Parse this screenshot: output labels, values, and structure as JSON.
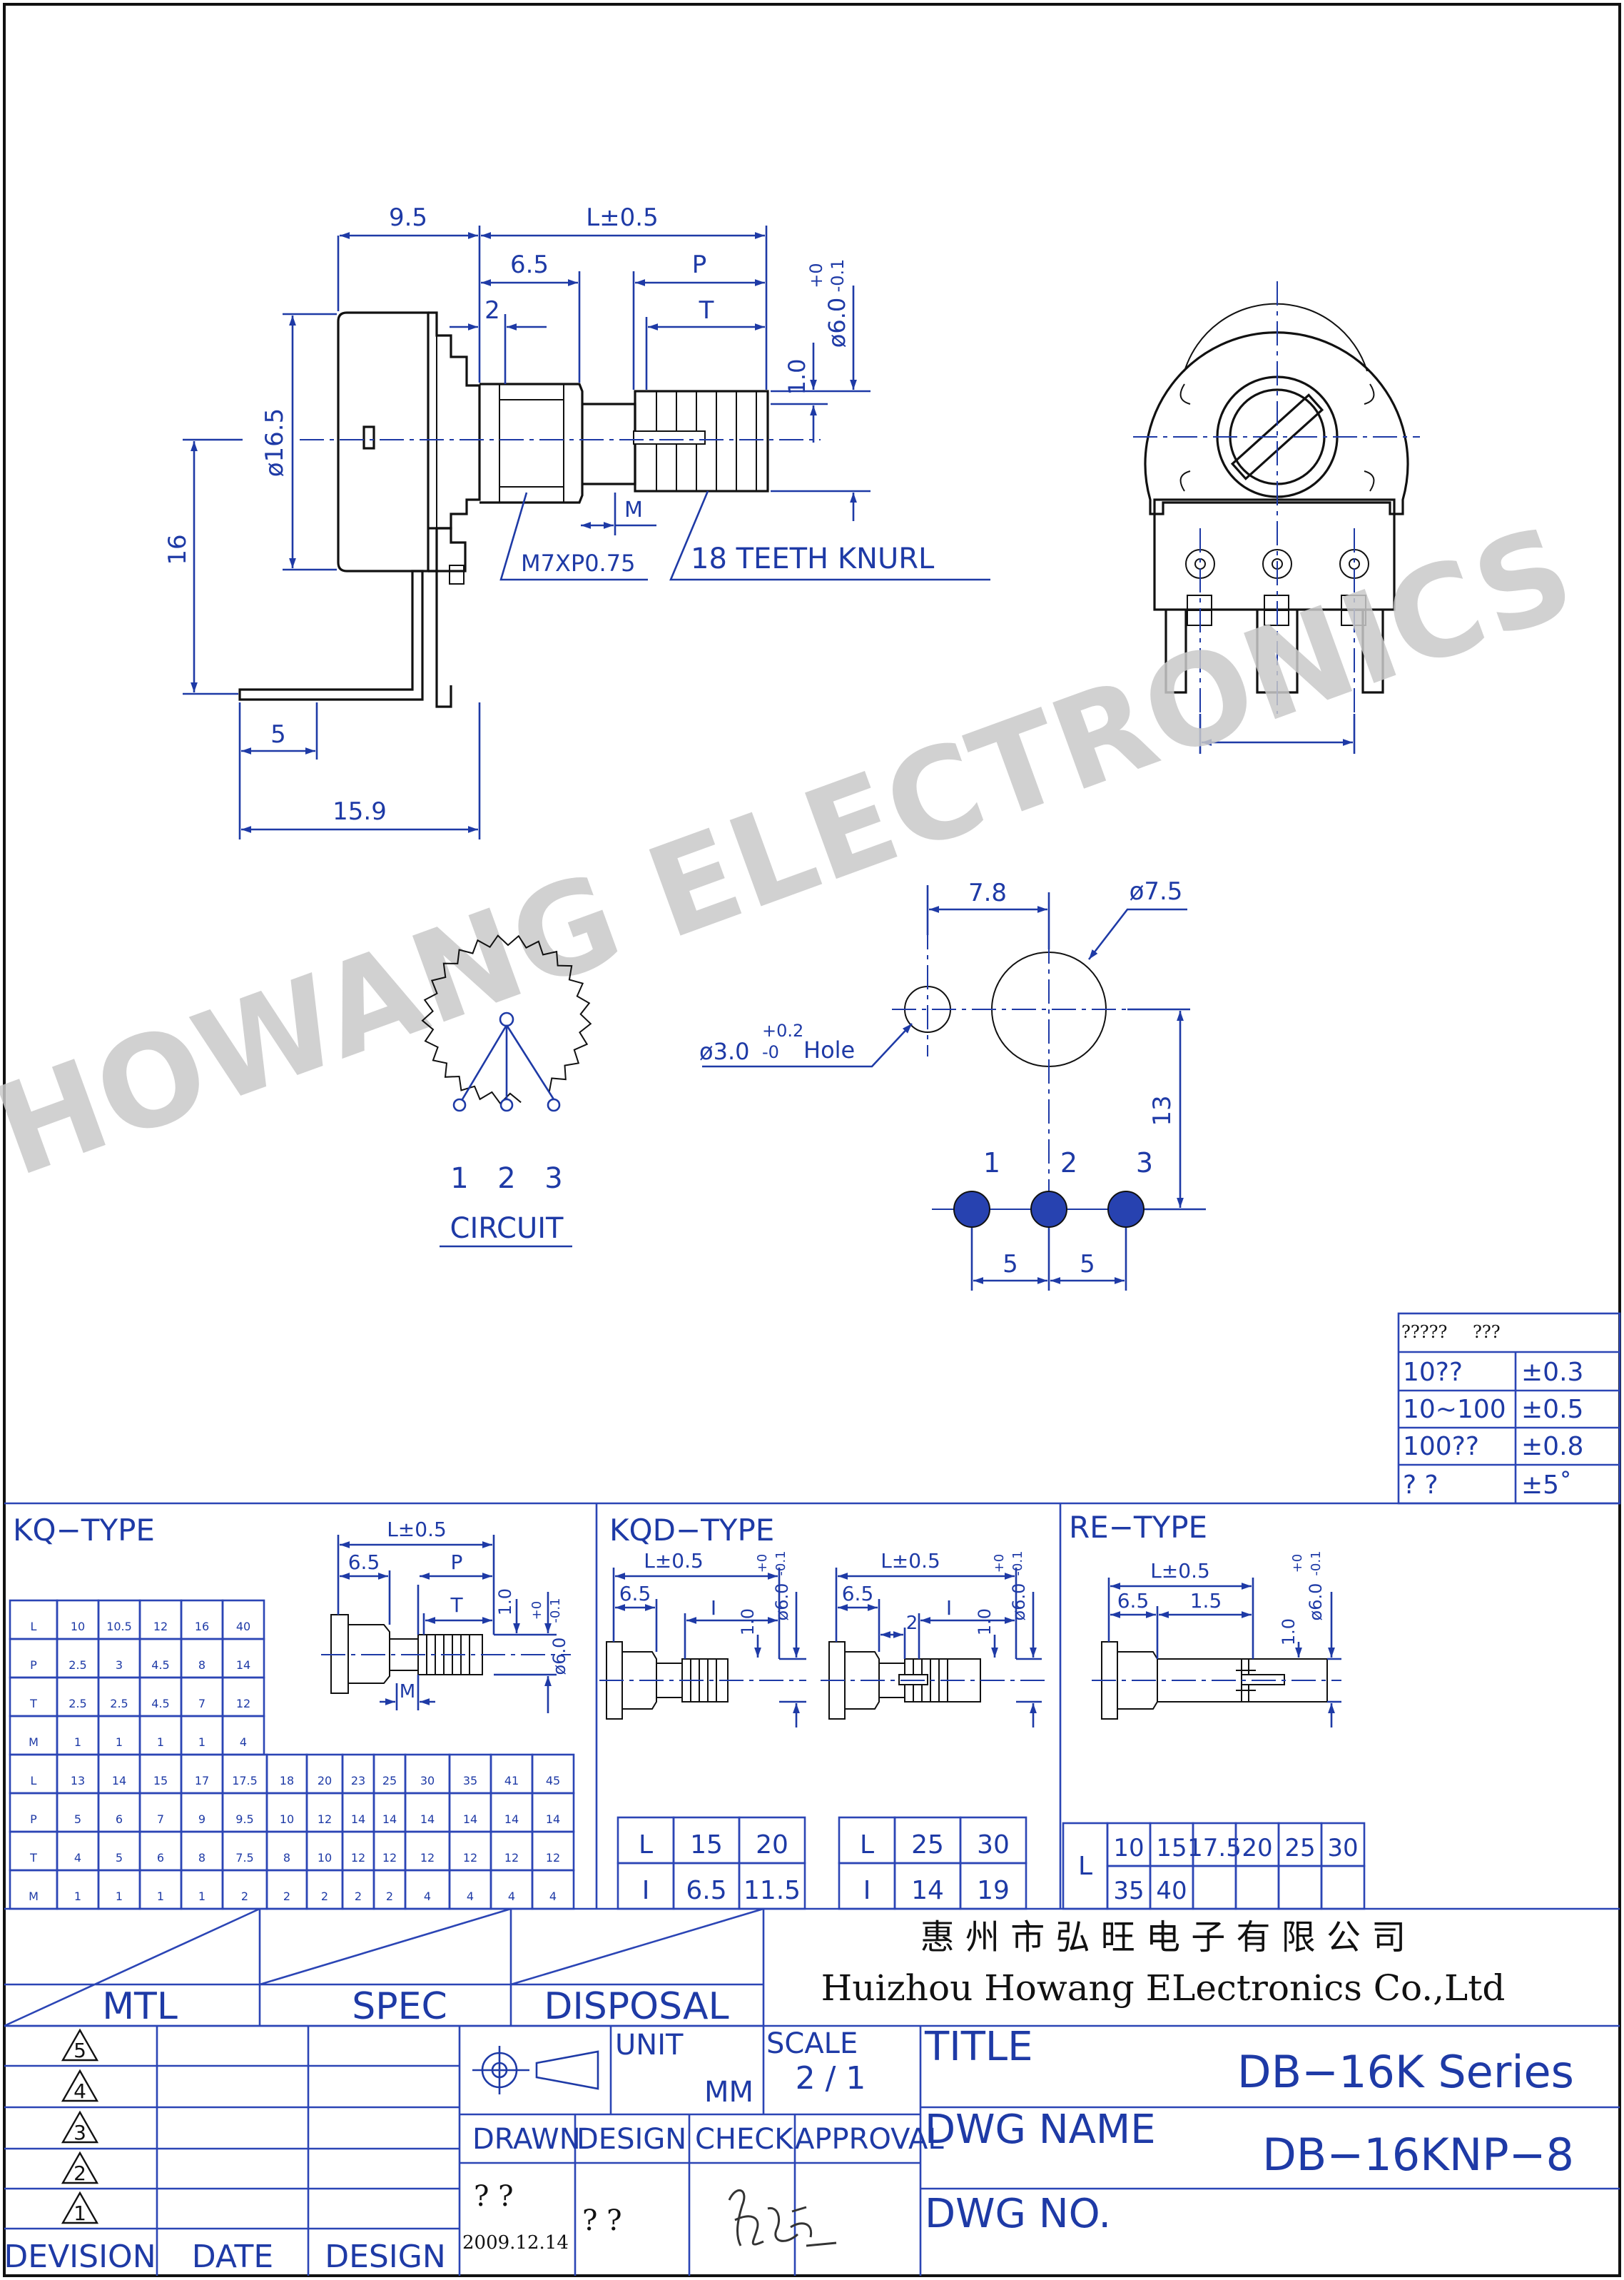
{
  "watermark": "HOWANG ELECTRONICS",
  "dims": {
    "d9_5": "9.5",
    "l_tol": "L±0.5",
    "d6_5": "6.5",
    "d2": "2",
    "p": "P",
    "t": "T",
    "d1_0": "1.0",
    "shaft_dia": "ø6.0",
    "tol_plus": "+0",
    "tol_minus": "-0.1",
    "d16_5": "ø16.5",
    "d16": "16",
    "m": "M",
    "thread": "M7XP0.75",
    "knurl": "18 TEETH KNURL",
    "d5": "5",
    "d15_9": "15.9",
    "d7_8": "7.8",
    "d7_5": "ø7.5",
    "hole_dia": "ø3.0",
    "hole_tol_plus": "+0.2",
    "hole_tol_minus": "-0",
    "hole_word": "Hole",
    "d13": "13",
    "pin1": "1",
    "pin2": "2",
    "pin3": "3",
    "pitch": "5"
  },
  "circuit": {
    "pins": [
      "1",
      "2",
      "3"
    ],
    "label": "CIRCUIT"
  },
  "tolerance_table": {
    "header": [
      "?????",
      "???"
    ],
    "rows": [
      [
        "10??",
        "±0.3"
      ],
      [
        "10~100",
        "±0.5"
      ],
      [
        "100??",
        "±0.8"
      ],
      [
        "?   ?",
        "±5˚"
      ]
    ]
  },
  "kq": {
    "title": "KQ−TYPE",
    "table1": [
      [
        "L",
        "10",
        "10.5",
        "12",
        "16",
        "40"
      ],
      [
        "P",
        "2.5",
        "3",
        "4.5",
        "8",
        "14"
      ],
      [
        "T",
        "2.5",
        "2.5",
        "4.5",
        "7",
        "12"
      ],
      [
        "M",
        "1",
        "1",
        "1",
        "1",
        "4"
      ]
    ],
    "table2": [
      [
        "L",
        "13",
        "14",
        "15",
        "17",
        "17.5",
        "18",
        "20",
        "23",
        "25",
        "30",
        "35",
        "41",
        "45"
      ],
      [
        "P",
        "5",
        "6",
        "7",
        "9",
        "9.5",
        "10",
        "12",
        "14",
        "14",
        "14",
        "14",
        "14",
        "14"
      ],
      [
        "T",
        "4",
        "5",
        "6",
        "8",
        "7.5",
        "8",
        "10",
        "12",
        "12",
        "12",
        "12",
        "12",
        "12"
      ],
      [
        "M",
        "1",
        "1",
        "1",
        "1",
        "2",
        "2",
        "2",
        "2",
        "2",
        "4",
        "4",
        "4",
        "4"
      ]
    ]
  },
  "kqd": {
    "title": "KQD−TYPE",
    "i": "I",
    "table1": [
      [
        "L",
        "15",
        "20"
      ],
      [
        "I",
        "6.5",
        "11.5"
      ]
    ],
    "table2": [
      [
        "L",
        "25",
        "30"
      ],
      [
        "I",
        "14",
        "19"
      ]
    ]
  },
  "re": {
    "title": "RE−TYPE",
    "d1_5": "1.5",
    "row_label": "L",
    "row1": [
      "10",
      "15",
      "17.5",
      "20",
      "25",
      "30"
    ],
    "row2": [
      "35",
      "40"
    ]
  },
  "title_block": {
    "headers": [
      "MTL",
      "SPEC",
      "DISPOSAL"
    ],
    "company_cn": "惠 州 市 弘 旺 电 子 有 限 公 司",
    "company_en": "Huizhou Howang ELectronics Co.,Ltd",
    "revisions": [
      "5",
      "4",
      "3",
      "2",
      "1"
    ],
    "rev_cols": [
      "DEVISION",
      "DATE",
      "DESIGN"
    ],
    "unit_label": "UNIT",
    "unit_value": "MM",
    "scale_label": "SCALE",
    "scale_value": "2 / 1",
    "sign_cols": [
      "DRAWN",
      "DESIGN",
      "CHECK",
      "APPROVAL"
    ],
    "drawn_name": "? ?",
    "drawn_date": "2009.12.14",
    "design_name": "? ?",
    "title_label": "TITLE",
    "title_value": "DB−16K  Series",
    "dwg_name_label": "DWG NAME",
    "dwg_name_value": "DB−16KNP−8",
    "dwg_no_label": "DWG NO.",
    "dwg_no_value": ""
  }
}
